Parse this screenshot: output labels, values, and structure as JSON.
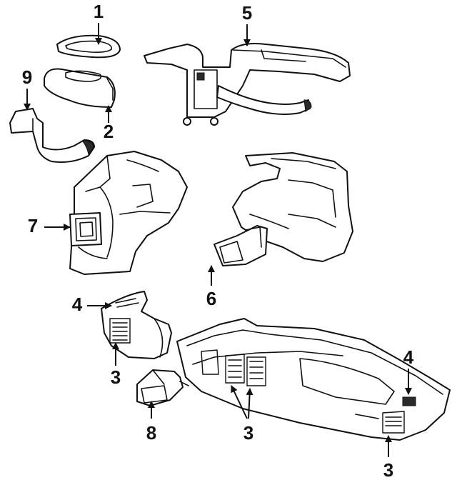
{
  "callouts": {
    "c1": "1",
    "c2": "2",
    "c3a": "3",
    "c3b": "3",
    "c3c": "3",
    "c4a": "4",
    "c4b": "4",
    "c5": "5",
    "c6": "6",
    "c7": "7",
    "c8": "8",
    "c9": "9"
  },
  "colors": {
    "line": "#111111",
    "background": "#ffffff"
  }
}
